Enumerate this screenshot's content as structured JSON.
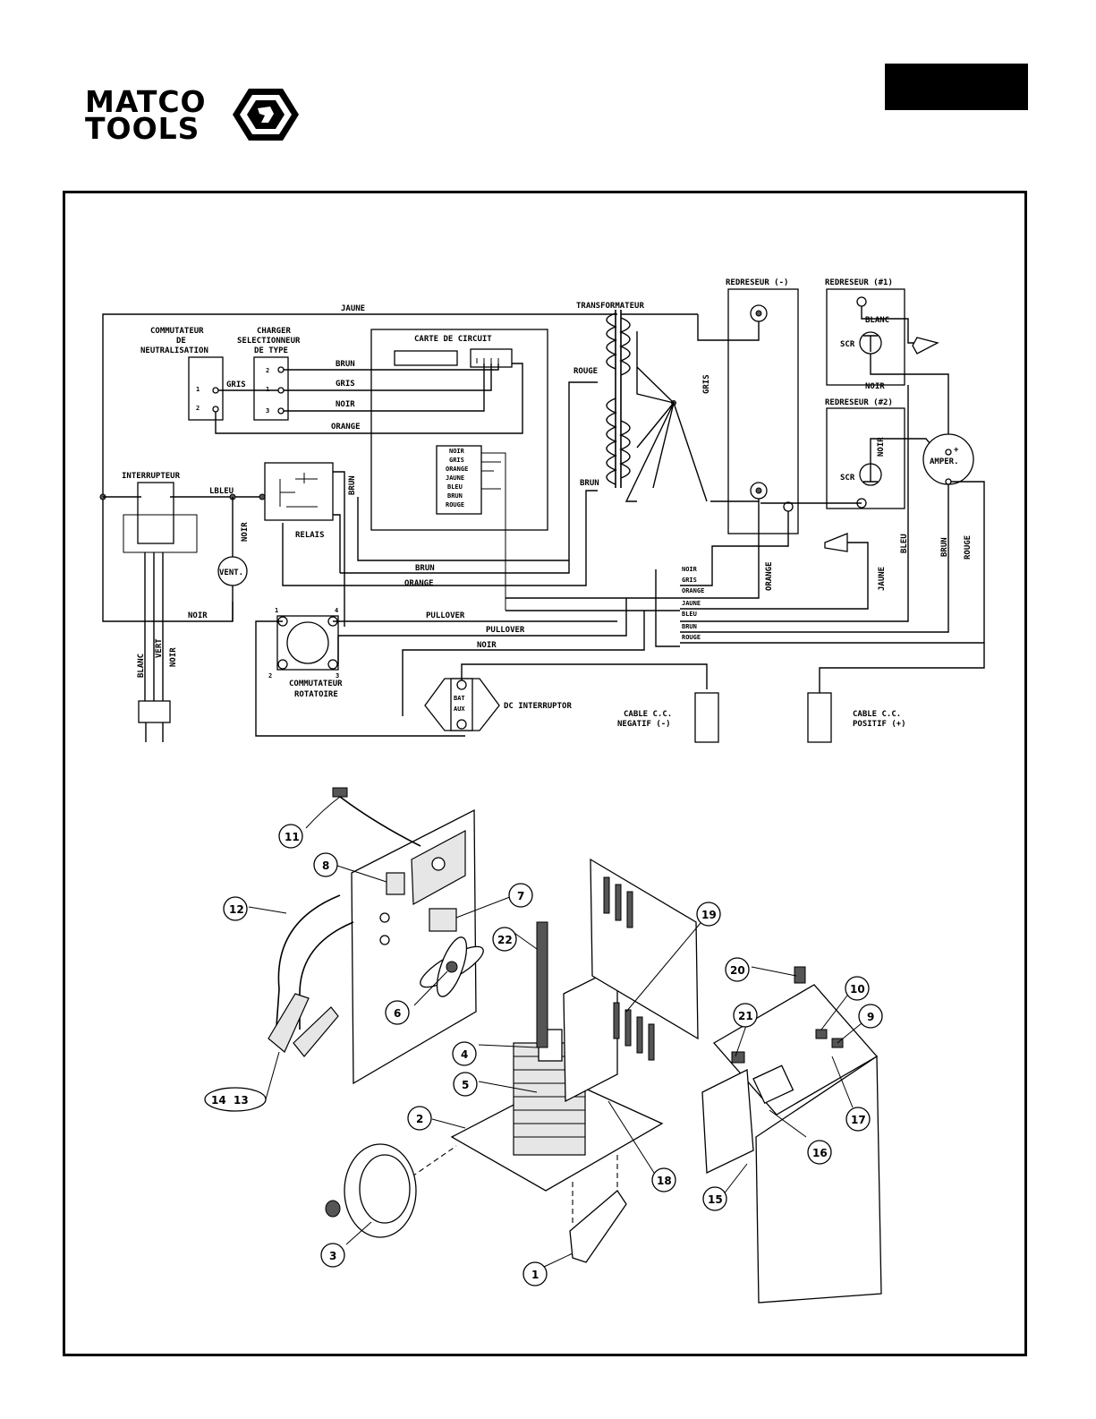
{
  "header": {
    "logo_line1": "MATCO",
    "logo_line2": "TOOLS"
  },
  "schematic": {
    "components": {
      "commutateur_line1": "COMMUTATEUR",
      "commutateur_line2": "DE",
      "commutateur_line3": "NEUTRALISATION",
      "selecteur_line1": "CHARGER",
      "selecteur_line2": "SELECTIONNEUR",
      "selecteur_line3": "DE TYPE",
      "carte": "CARTE DE CIRCUIT",
      "transformateur": "TRANSFORMATEUR",
      "redreseur_neg": "REDRESEUR (-)",
      "redreseur_1": "REDRESEUR (#1)",
      "redreseur_2": "REDRESEUR (#2)",
      "interrupteur": "INTERRUPTEUR",
      "relais": "RELAIS",
      "vent": "VENT.",
      "amper": "AMPER.",
      "rotatoire_line1": "COMMUTATEUR",
      "rotatoire_line2": "ROTATOIRE",
      "dc_interruptor": "DC INTERRUPTOR",
      "bat": "BAT",
      "aux": "AUX",
      "cable_neg_line1": "CABLE C.C.",
      "cable_neg_line2": "NEGATIF (-)",
      "cable_pos_line1": "CABLE C.C.",
      "cable_pos_line2": "POSITIF (+)",
      "scr": "SCR",
      "plus": "+"
    },
    "wires": {
      "jaune": "JAUNE",
      "brun": "BRUN",
      "gris": "GRIS",
      "noir": "NOIR",
      "orange": "ORANGE",
      "rouge": "ROUGE",
      "blanc": "BLANC",
      "bleu": "BLEU",
      "lbleu": "LBLEU",
      "vert": "VERT",
      "pullover": "PULLOVER"
    },
    "connector_pins": [
      "NOIR",
      "GRIS",
      "ORANGE",
      "JAUNE",
      "BLEU",
      "BRUN",
      "ROUGE"
    ],
    "switch_terminals": {
      "sel_2": "2",
      "sel_1": "1",
      "sel_3": "3",
      "neu_1": "1",
      "neu_2": "2",
      "rot_1": "1",
      "rot_2": "2",
      "rot_3": "3",
      "rot_4": "4"
    }
  },
  "parts_callouts": [
    "11",
    "8",
    "12",
    "7",
    "22",
    "19",
    "6",
    "4",
    "20",
    "21",
    "10",
    "9",
    "14",
    "13",
    "5",
    "2",
    "17",
    "16",
    "18",
    "15",
    "3",
    "1"
  ]
}
